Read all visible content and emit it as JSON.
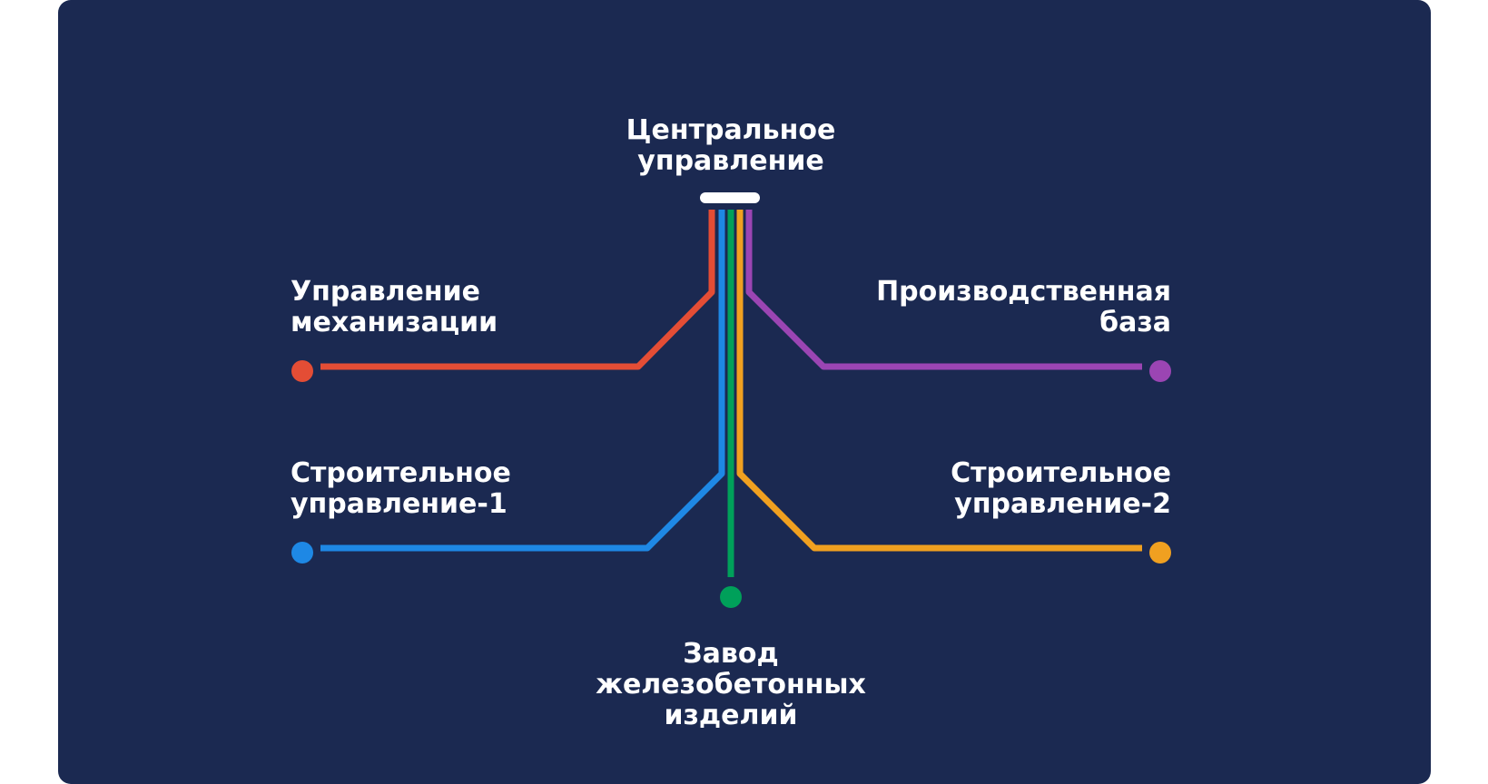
{
  "colors": {
    "background": "#1b2951",
    "hub": "#ffffff",
    "mechanization": "#e44d35",
    "construction1": "#1e88e5",
    "factory": "#00a05a",
    "construction2": "#f0a020",
    "production": "#9b45b3"
  },
  "hub": {
    "line1": "Центральное",
    "line2": "управление"
  },
  "nodes": {
    "mechanization": {
      "line1": "Управление",
      "line2": "механизации"
    },
    "production": {
      "line1": "Производственная",
      "line2": "база"
    },
    "construction1": {
      "line1": "Строительное",
      "line2": "управление-1"
    },
    "construction2": {
      "line1": "Строительное",
      "line2": "управление-2"
    },
    "factory": {
      "line1": "Завод",
      "line2": "железобетонных",
      "line3": "изделий"
    }
  }
}
